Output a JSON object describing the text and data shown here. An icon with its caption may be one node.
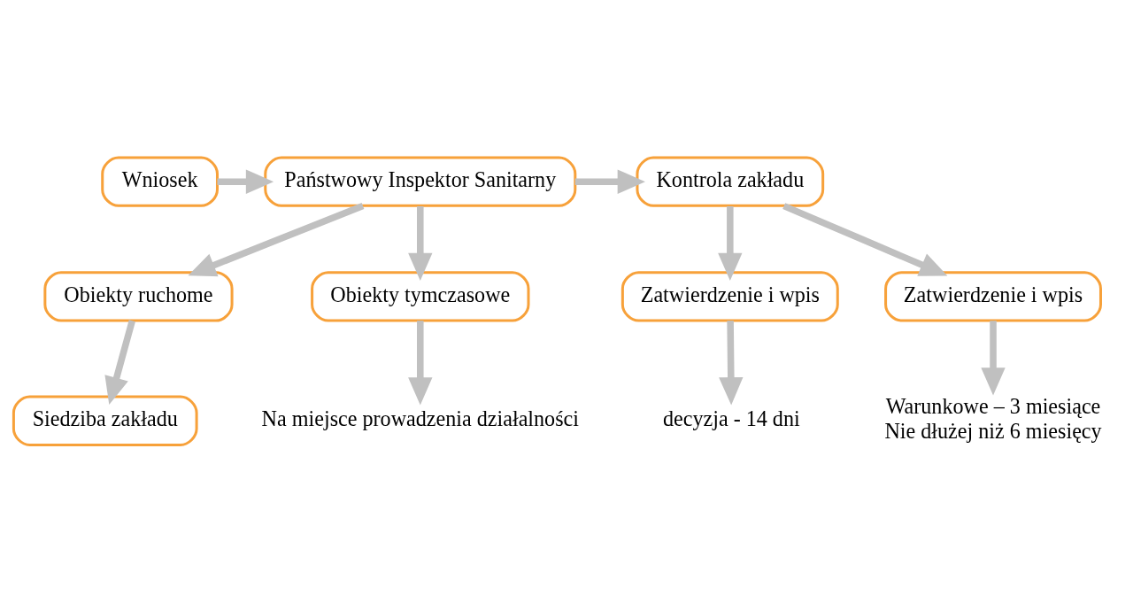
{
  "diagram": {
    "nodes": [
      {
        "text": [
          "Wniosek"
        ]
      },
      {
        "text": [
          "Państwowy Inspektor Sanitarny"
        ]
      },
      {
        "text": [
          "Kontrola zakładu"
        ]
      },
      {
        "text": [
          "Obiekty ruchome"
        ]
      },
      {
        "text": [
          "Obiekty tymczasowe"
        ]
      },
      {
        "text": [
          "Zatwierdzenie i wpis"
        ]
      },
      {
        "text": [
          "Zatwierdzenie i wpis"
        ]
      },
      {
        "text": [
          "Siedziba zakładu"
        ]
      },
      {
        "text": [
          "Na miejsce prowadzenia działalności"
        ]
      },
      {
        "text": [
          "decyzja - 14 dni"
        ]
      },
      {
        "text": [
          "Warunkowe – 3 miesiące",
          "Nie dłużej niż 6 miesięcy"
        ]
      }
    ],
    "edges": [
      {
        "from": 0,
        "to": 1,
        "arrow": "to"
      },
      {
        "from": 1,
        "to": 2,
        "arrow": "to"
      },
      {
        "from": 1,
        "to": 3,
        "arrow": "to"
      },
      {
        "from": 1,
        "to": 4,
        "arrow": "to"
      },
      {
        "from": 2,
        "to": 5,
        "arrow": "to"
      },
      {
        "from": 2,
        "to": 6,
        "arrow": "to"
      },
      {
        "from": 3,
        "to": 7,
        "arrow": "to"
      },
      {
        "from": 4,
        "to": 8,
        "arrow": "to"
      },
      {
        "from": 5,
        "to": 9,
        "arrow": "to"
      },
      {
        "from": 6,
        "to": 10,
        "arrow": "to"
      }
    ]
  }
}
